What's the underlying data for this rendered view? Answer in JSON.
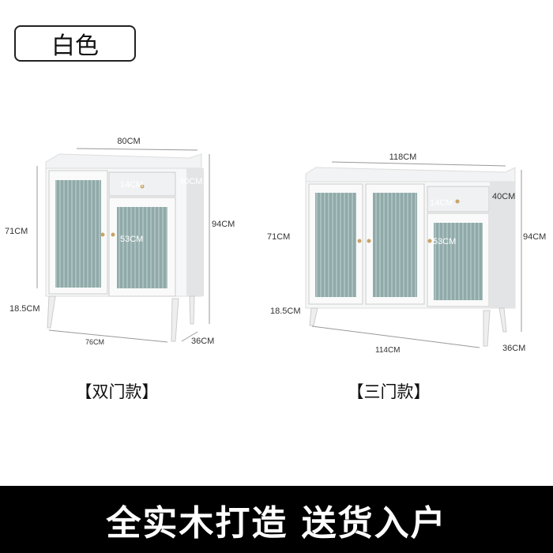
{
  "color_option": "白色",
  "products": [
    {
      "caption": "【双门款】",
      "dims": {
        "width": "80CM",
        "height": "94CM",
        "body": "71CM",
        "legs": "18.5CM",
        "base": "76CM",
        "depth": "36CM",
        "drawer": "14CM",
        "drawer_w": "40CM",
        "door": "53CM"
      }
    },
    {
      "caption": "【三门款】",
      "dims": {
        "width": "118CM",
        "height": "94CM",
        "body": "71CM",
        "legs": "18.5CM",
        "base": "114CM",
        "depth": "36CM",
        "drawer": "14CM",
        "drawer_w": "40CM",
        "door": "53CM"
      }
    }
  ],
  "banner": "全实木打造 送货入户",
  "colors": {
    "glass": "#8fa9a8",
    "cabinet": "#f4f5f6",
    "banner": "#000000"
  }
}
